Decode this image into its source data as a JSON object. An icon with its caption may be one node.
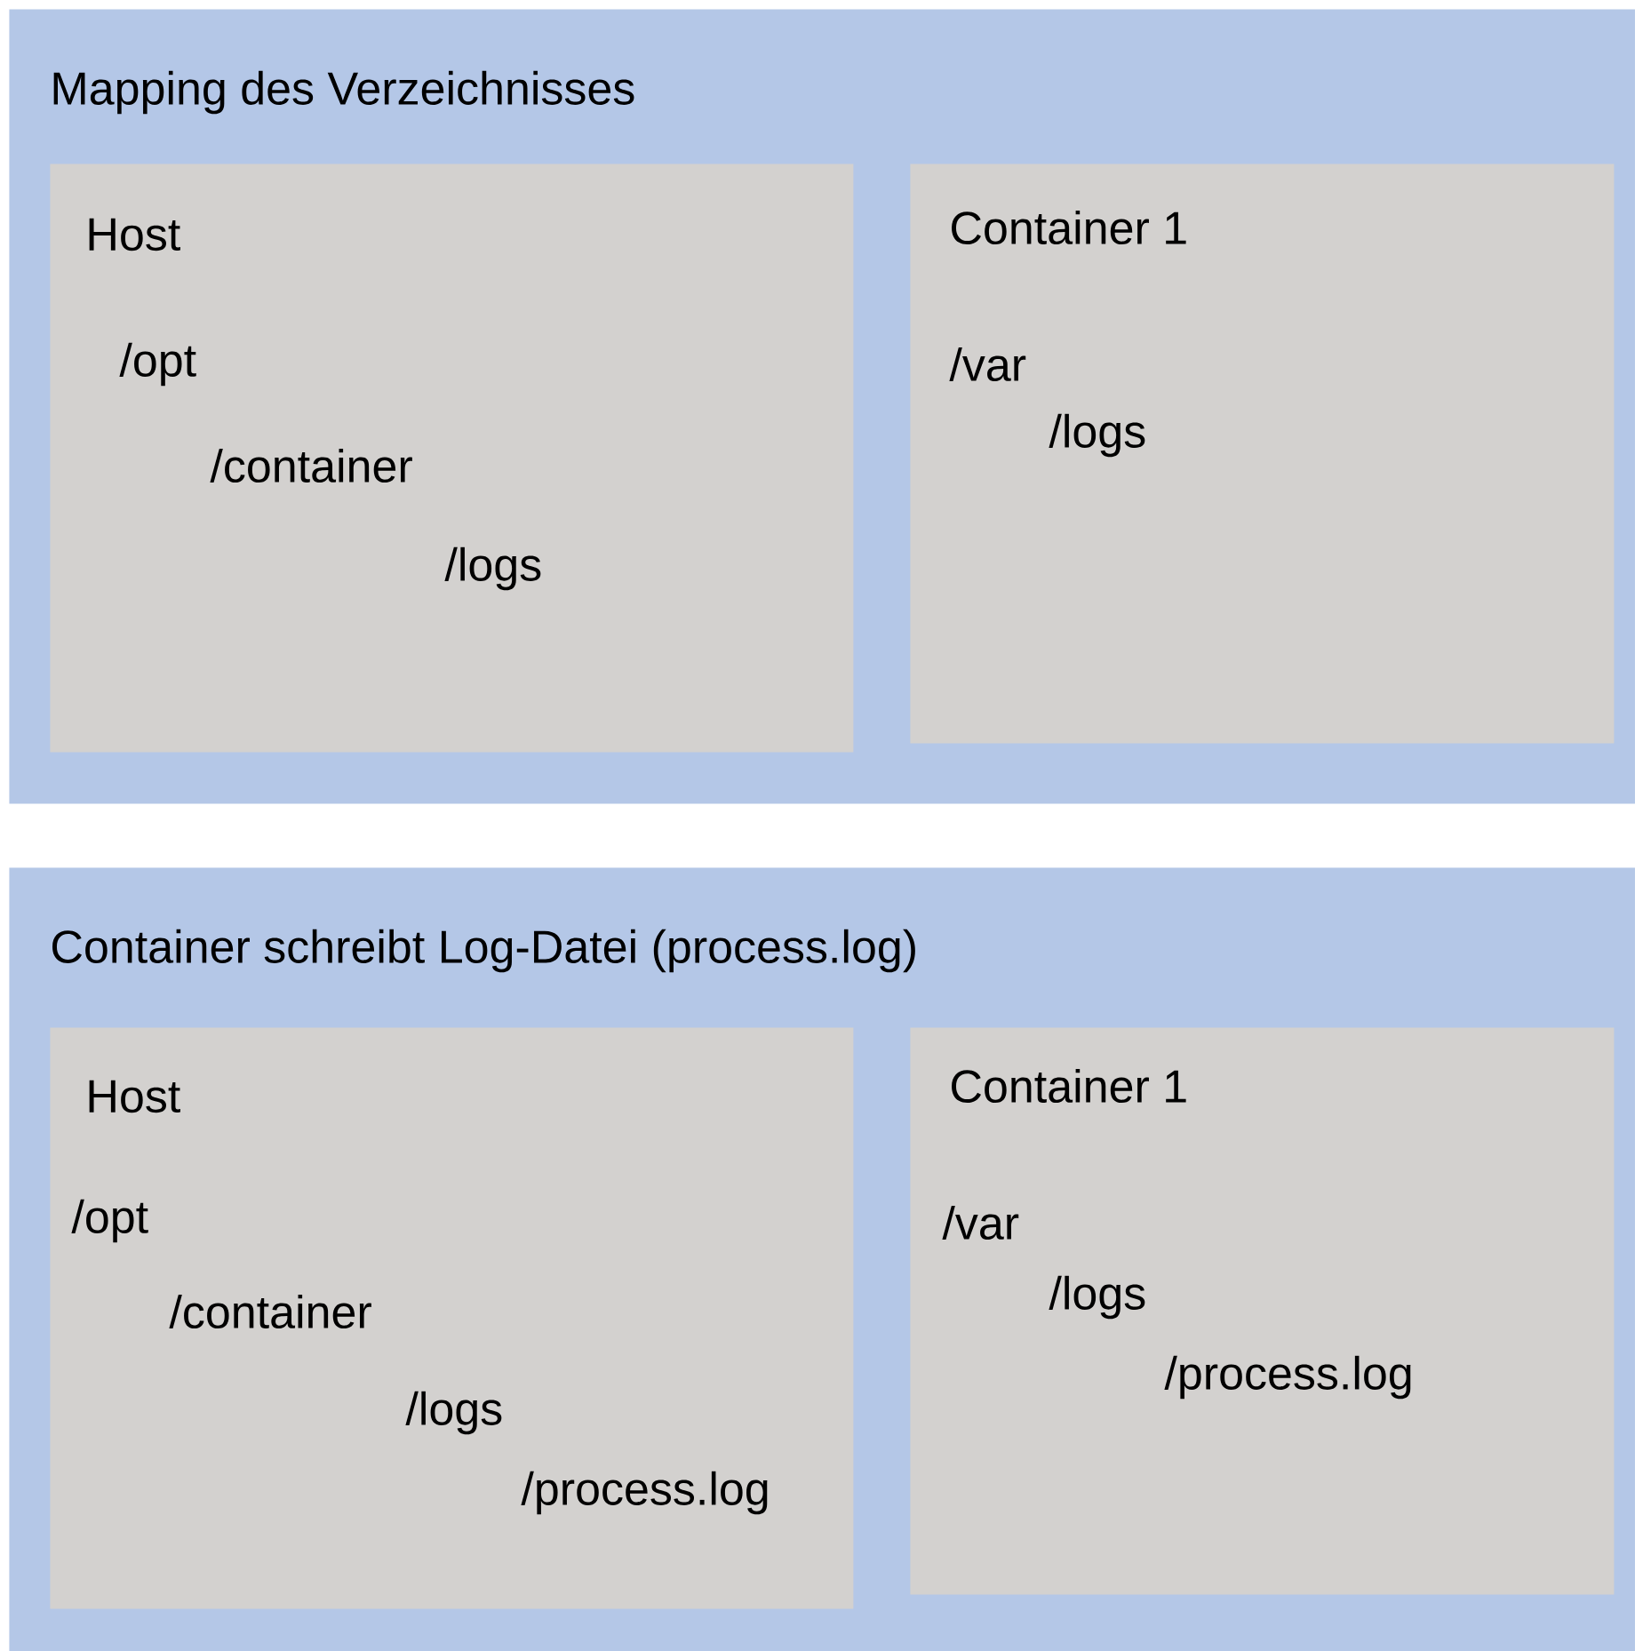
{
  "diagram": {
    "nodes": [
      {
        "text": [
          "Mapping des Verzeichnisses"
        ]
      },
      {
        "text": [
          "Host",
          "/opt",
          "/container",
          "/logs"
        ],
        "in": 0
      },
      {
        "text": [
          "Container 1",
          "/var",
          "/logs"
        ],
        "in": 0
      },
      {
        "text": [
          "Container schreibt Log-Datei (process.log)"
        ]
      },
      {
        "text": [
          "Host",
          "/opt",
          "/container",
          "/logs",
          "/process.log"
        ],
        "in": 3
      },
      {
        "text": [
          "Container 1",
          "/var",
          "/logs",
          "/process.log"
        ],
        "in": 3
      }
    ]
  }
}
